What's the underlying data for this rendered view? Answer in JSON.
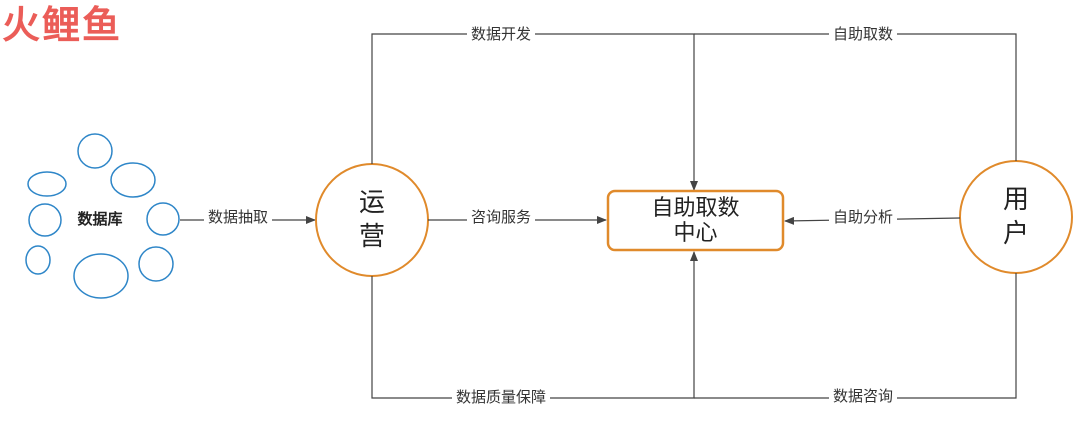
{
  "nodes": {
    "database": {
      "label": "数据库"
    },
    "operations": {
      "lines": [
        "运",
        "营"
      ]
    },
    "center": {
      "lines": [
        "自助取数",
        "中心"
      ]
    },
    "user": {
      "lines": [
        "用",
        "户"
      ]
    }
  },
  "edges": {
    "extract": "数据抽取",
    "dev": "数据开发",
    "consult_service": "咨询服务",
    "quality": "数据质量保障",
    "self_fetch": "自助取数",
    "self_analysis": "自助分析",
    "data_consult": "数据咨询"
  },
  "watermark": {
    "text": "火鲤鱼"
  },
  "colors": {
    "blue": "#2E86C8",
    "orange": "#E08A2B",
    "line": "#444444",
    "watermark_red": "#E8413B",
    "watermark_orange": "#F08B2D"
  }
}
